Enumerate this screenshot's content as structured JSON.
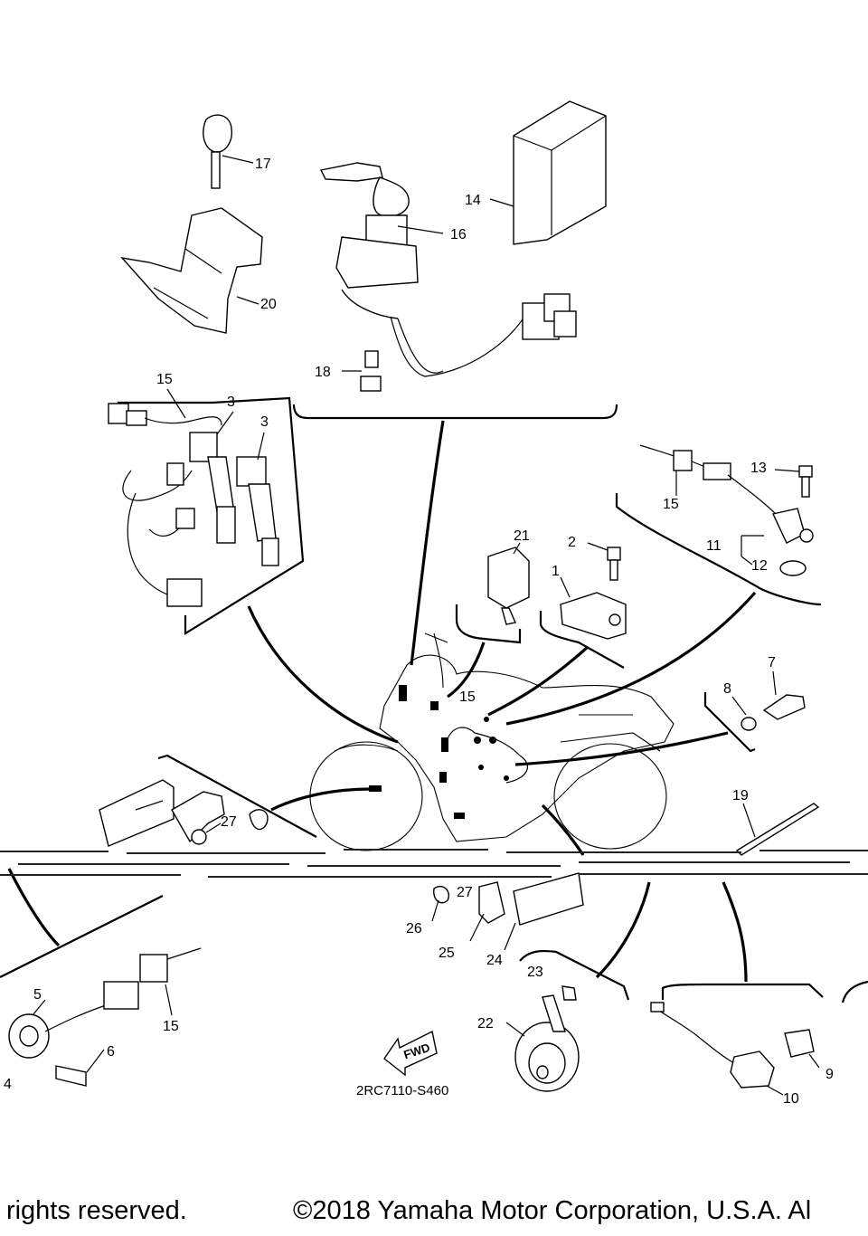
{
  "callouts": {
    "c1": "1",
    "c2": "2",
    "c3a": "3",
    "c3b": "3",
    "c4": "4",
    "c5": "5",
    "c6": "6",
    "c7": "7",
    "c8": "8",
    "c9": "9",
    "c10": "10",
    "c11": "11",
    "c12": "12",
    "c13": "13",
    "c14": "14",
    "c15a": "15",
    "c15b": "15",
    "c15c": "15",
    "c15d": "15",
    "c16": "16",
    "c17": "17",
    "c18": "18",
    "c19": "19",
    "c20": "20",
    "c21": "21",
    "c22": "22",
    "c23": "23",
    "c24": "24",
    "c25": "25",
    "c26": "26",
    "c27a": "27",
    "c27b": "27"
  },
  "fwd_label": "FWD",
  "drawing_code": "2RC7110-S460",
  "footer": {
    "left": "ll rights reserved.",
    "right": "©2018 Yamaha Motor Corporation, U.S.A. Al"
  }
}
